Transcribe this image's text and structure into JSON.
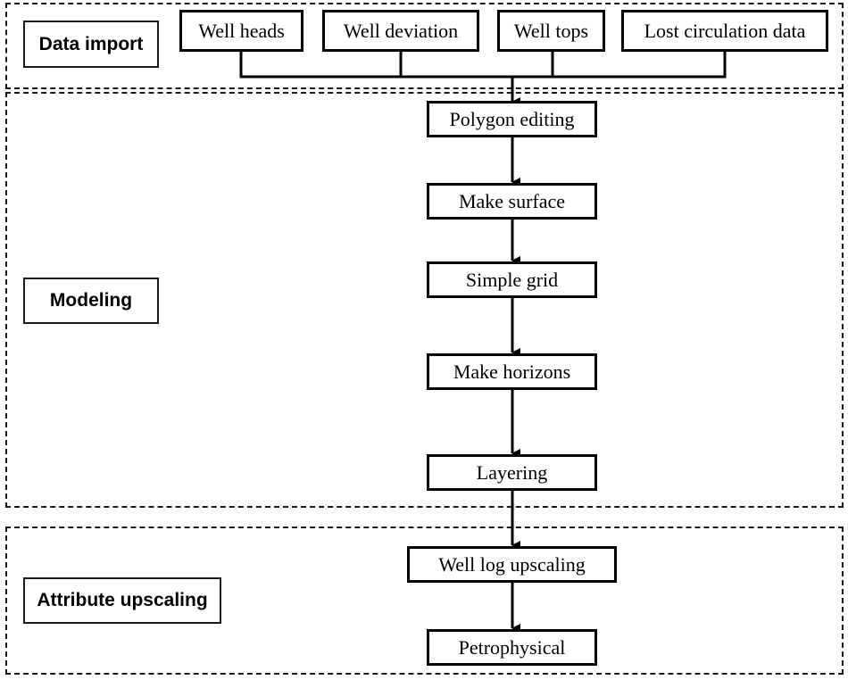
{
  "sections": {
    "data_import": "Data import",
    "modeling": "Modeling",
    "attribute_upscaling": "Attribute upscaling"
  },
  "inputs": {
    "well_heads": "Well heads",
    "well_deviation": "Well deviation",
    "well_tops": "Well tops",
    "lost_circulation": "Lost circulation data"
  },
  "steps": {
    "polygon_editing": "Polygon editing",
    "make_surface": "Make surface",
    "simple_grid": "Simple grid",
    "make_horizons": "Make horizons",
    "layering": "Layering",
    "well_log_upscaling": "Well log upscaling",
    "petrophysical": "Petrophysical"
  },
  "colors": {
    "line": "#000000",
    "background": "#ffffff"
  }
}
